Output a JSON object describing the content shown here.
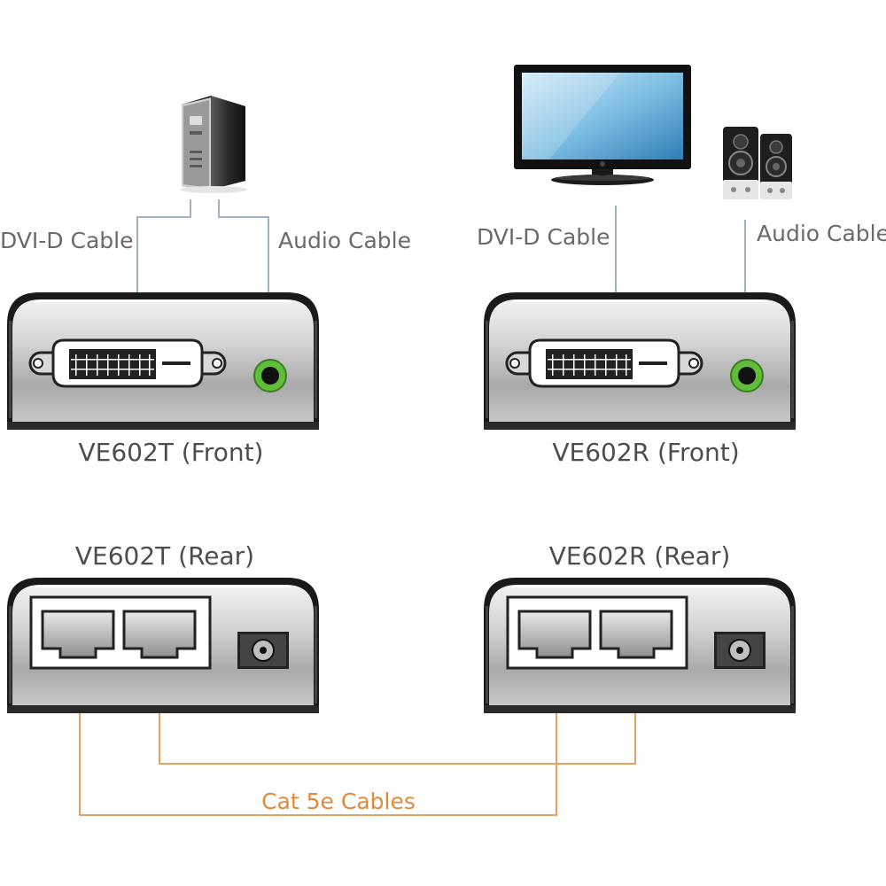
{
  "labels": {
    "tx_dvi_cable": "DVI-D Cable",
    "tx_audio_cable": "Audio Cable",
    "rx_dvi_cable": "DVI-D Cable",
    "rx_audio_cable": "Audio Cable",
    "tx_front": "VE602T (Front)",
    "rx_front": "VE602R (Front)",
    "tx_rear": "VE602T (Rear)",
    "rx_rear": "VE602R (Rear)",
    "cat5e": "Cat 5e Cables"
  },
  "colors": {
    "av_cable": "#9db4c0",
    "cat5_cable": "#e8a060",
    "cat5_text": "#e08a3c",
    "label_gray": "#6a6a6a",
    "label_dark": "#4d4d4d",
    "audio_jack": "#5fbd3a"
  },
  "icons": {
    "computer": "desktop-tower-icon",
    "monitor": "flat-monitor-icon",
    "speakers": "speakers-icon"
  }
}
